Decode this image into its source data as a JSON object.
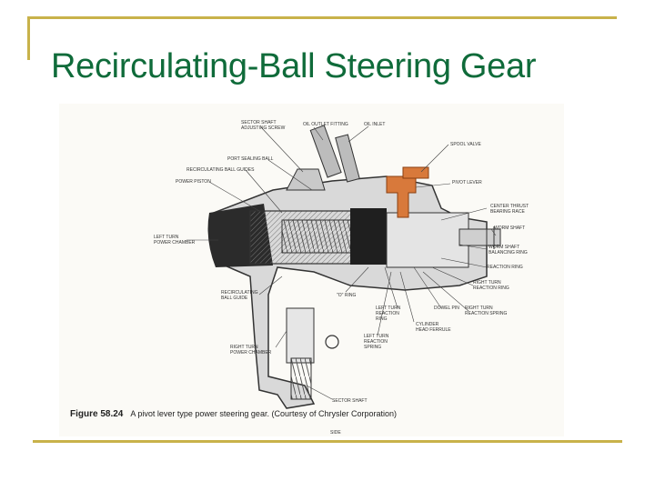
{
  "slide": {
    "title": "Recirculating-Ball Steering Gear"
  },
  "figure": {
    "number": "Figure 58.24",
    "caption": "A pivot lever type power steering gear. (Courtesy of Chrysler Corporation)",
    "bottom_label": "SIDE",
    "labels": {
      "sector_shaft_adjusting_screw": "SECTOR SHAFT\nADJUSTING SCREW",
      "oil_outlet_fitting": "OIL OUTLET FITTING",
      "oil_inlet": "OIL INLET",
      "spool_valve": "SPOOL VALVE",
      "port_sealing_ball": "PORT SEALING BALL",
      "recirculating_ball_guides": "RECIRCULATING BALL GUIDES",
      "power_piston": "POWER PISTON",
      "pivot_lever": "PIVOT LEVER",
      "center_thrust_bearing_race": "CENTER THRUST\nBEARING RACE",
      "worm_shaft": "WORM SHAFT",
      "left_turn_power_chamber": "LEFT TURN\nPOWER CHAMBER",
      "worm_shaft_balancing_ring": "WORM SHAFT\nBALANCING RING",
      "reaction_ring": "REACTION RING",
      "right_turn_reaction_ring": "RIGHT TURN\nREACTION RING",
      "recirculating_ball_guide": "RECIRCULATING\nBALL GUIDE",
      "o_ring": "\"O\" RING",
      "left_turn_reaction_ring": "LEFT TURN\nREACTION\nRING",
      "dowel_pin": "DOWEL PIN",
      "right_turn_reaction_spring": "RIGHT TURN\nREACTION SPRING",
      "cylinder_head_ferrule": "CYLINDER\nHEAD FERRULE",
      "left_turn_reaction_spring": "LEFT TURN\nREACTION\nSPRING",
      "right_turn_power_chamber": "RIGHT TURN\nPOWER CHAMBER",
      "sector_shaft": "SECTOR SHAFT"
    }
  }
}
